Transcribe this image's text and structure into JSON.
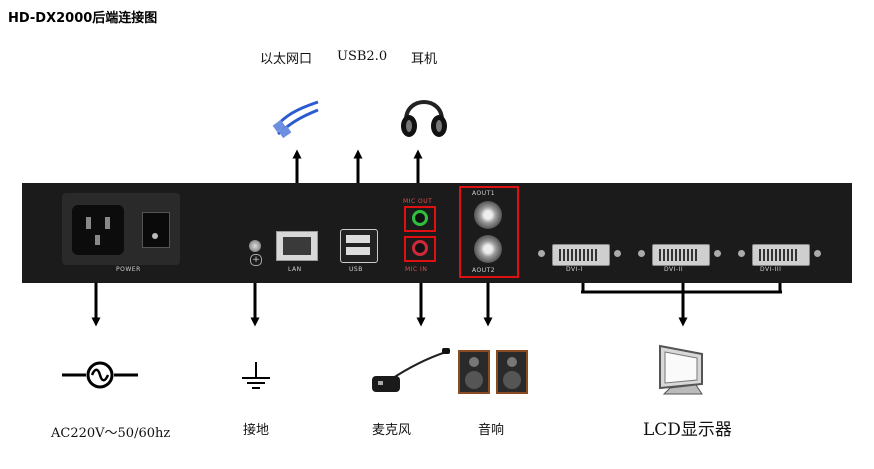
{
  "title": "HD-DX2000后端连接图",
  "top_labels": {
    "lan": "以太网口",
    "usb": "USB2.0",
    "headphone": "耳机"
  },
  "panel_labels": {
    "power": "POWER",
    "lan": "LAN",
    "usb": "USB",
    "mic_out": "MIC OUT",
    "mic_in": "MIC IN",
    "aout1": "AOUT1",
    "aout2": "AOUT2",
    "dvi1": "DVI-I",
    "dvi2": "DVI-II",
    "dvi3": "DVI-III"
  },
  "bottom_labels": {
    "ac": "AC220V～50/60hz",
    "ground": "接地",
    "microphone": "麦克风",
    "speaker": "音响",
    "lcd": "LCD显示器"
  },
  "colors": {
    "panel": "#1b1b1b",
    "highlight": "#e01010",
    "mic_out_jack": "#2fbf3f",
    "mic_in_jack": "#d02a3a",
    "cable": "#2a5bd0"
  }
}
